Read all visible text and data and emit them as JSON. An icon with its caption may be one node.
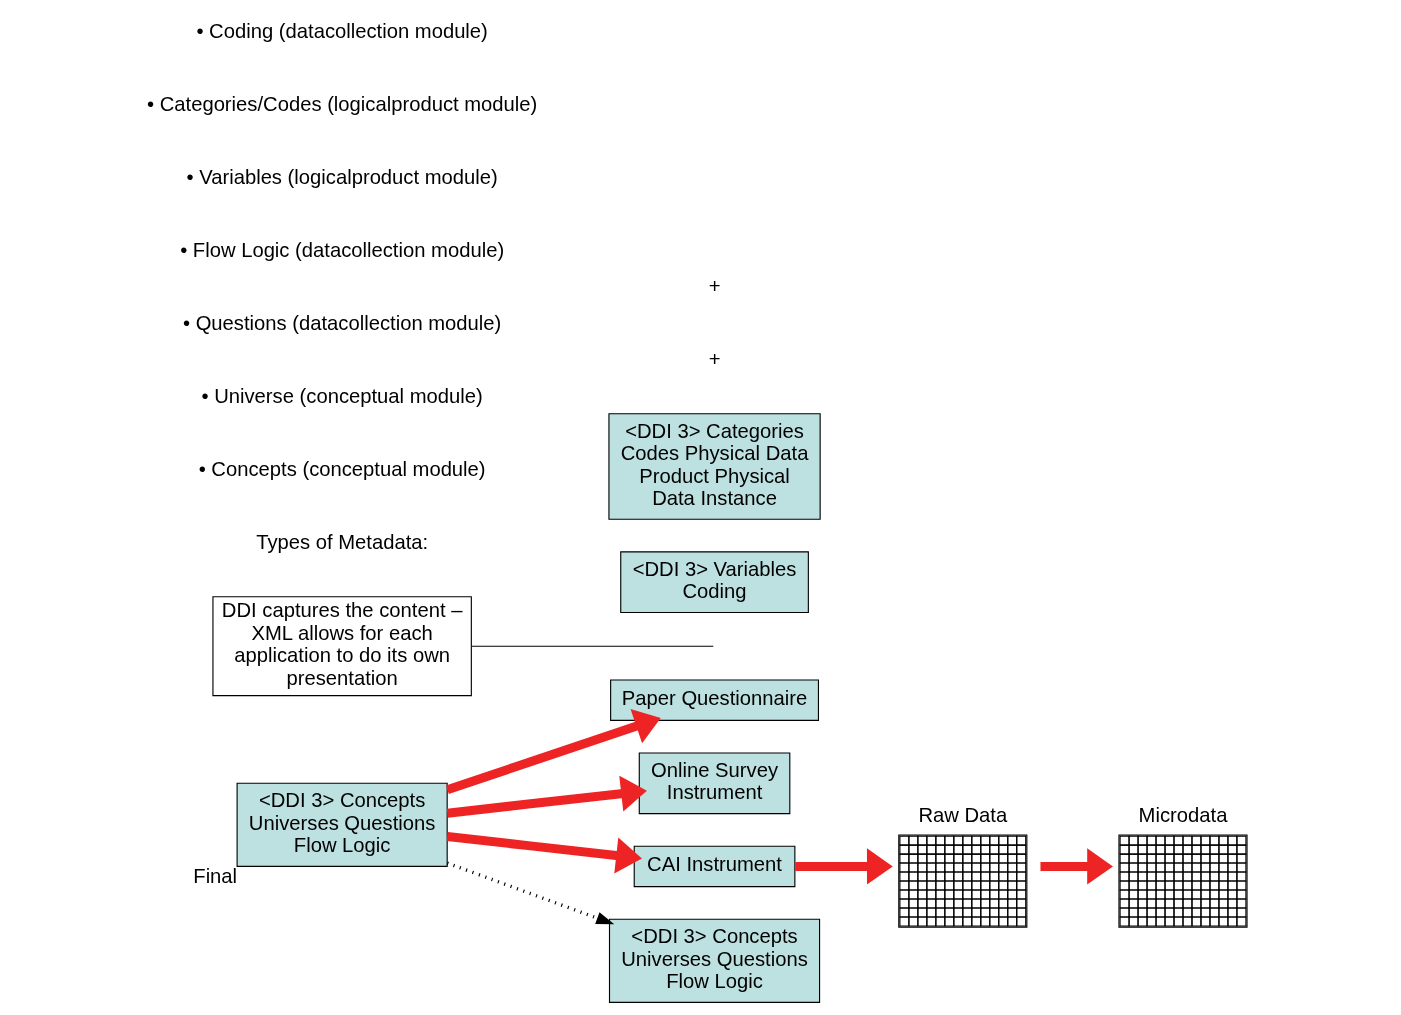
{
  "diagram": {
    "nodes": [
      {
        "text": [
          "<DDI 3> Concepts Universes Questions Flow Logic"
        ],
        "beside": [
          "Final"
        ]
      },
      {
        "text": [
          "Paper Questionnaire"
        ]
      },
      {
        "text": [
          "Online Survey Instrument"
        ]
      },
      {
        "text": [
          "CAI Instrument"
        ]
      },
      {
        "text": [
          "Raw Data"
        ]
      },
      {
        "text": [
          "Microdata"
        ]
      },
      {
        "text": [
          "DDI captures the content – XML allows for each application to do its own presentation"
        ]
      },
      {
        "text": [
          "<DDI 3> Concepts Universes Questions Flow Logic"
        ]
      },
      {
        "text": [
          "<DDI 3> Variables Coding"
        ]
      },
      {
        "text": [
          "<DDI 3> Categories Codes Physical Data Product Physical Data Instance"
        ]
      }
    ],
    "edges": [
      {
        "from": 0,
        "to": 1,
        "arrow": "to"
      },
      {
        "from": 0,
        "to": 2,
        "arrow": "to"
      },
      {
        "from": 0,
        "to": 3,
        "arrow": "to"
      },
      {
        "from": 3,
        "to": 4,
        "arrow": "to"
      },
      {
        "from": 4,
        "to": 5,
        "arrow": "to"
      },
      {
        "from": 0,
        "to": 7,
        "arrow": "to",
        "style": "dashed",
        "color": "#000000"
      },
      {
        "from": 6,
        "to": null,
        "arrow": "none",
        "color": "#000000"
      }
    ],
    "labels": [
      "Types of Metadata:",
      "• Concepts (conceptual module)",
      "• Universe (conceptual module)",
      "• Questions (datacollection module)",
      "• Flow Logic (datacollection module)",
      "• Variables (logicalproduct module)",
      "• Categories/Codes (logicalproduct module)",
      "• Coding (datacollection module)",
      "+",
      "+"
    ]
  }
}
